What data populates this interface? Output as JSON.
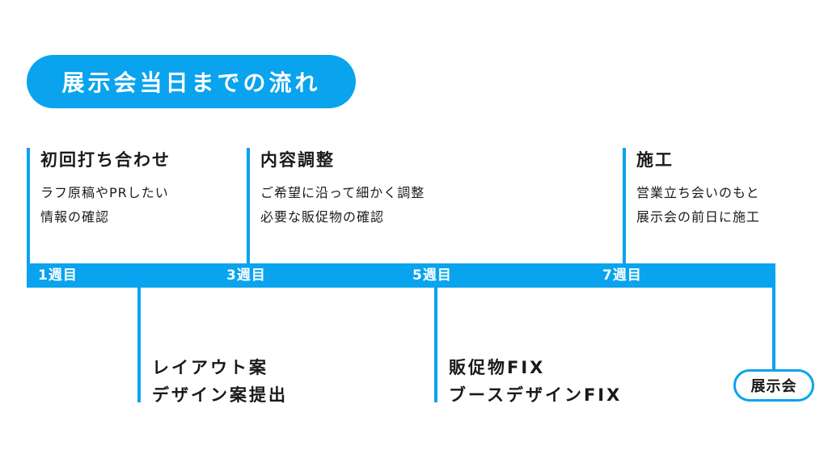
{
  "colors": {
    "accent": "#0aa3ee",
    "text": "#1a1a1a",
    "background": "#ffffff"
  },
  "title": "展示会当日までの流れ",
  "weeks": [
    "1週目",
    "3週目",
    "5週目",
    "7週目"
  ],
  "top_steps": [
    {
      "title": "初回打ち合わせ",
      "lines": [
        "ラフ原稿やPRしたい",
        "情報の確認"
      ]
    },
    {
      "title": "内容調整",
      "lines": [
        "ご希望に沿って細かく調整",
        "必要な販促物の確認"
      ]
    },
    {
      "title": "施工",
      "lines": [
        "営業立ち会いのもと",
        "展示会の前日に施工"
      ]
    }
  ],
  "bottom_steps": [
    {
      "lines": [
        "レイアウト案",
        "デザイン案提出"
      ]
    },
    {
      "lines": [
        "販促物FIX",
        "ブースデザインFIX"
      ]
    }
  ],
  "final_label": "展示会"
}
